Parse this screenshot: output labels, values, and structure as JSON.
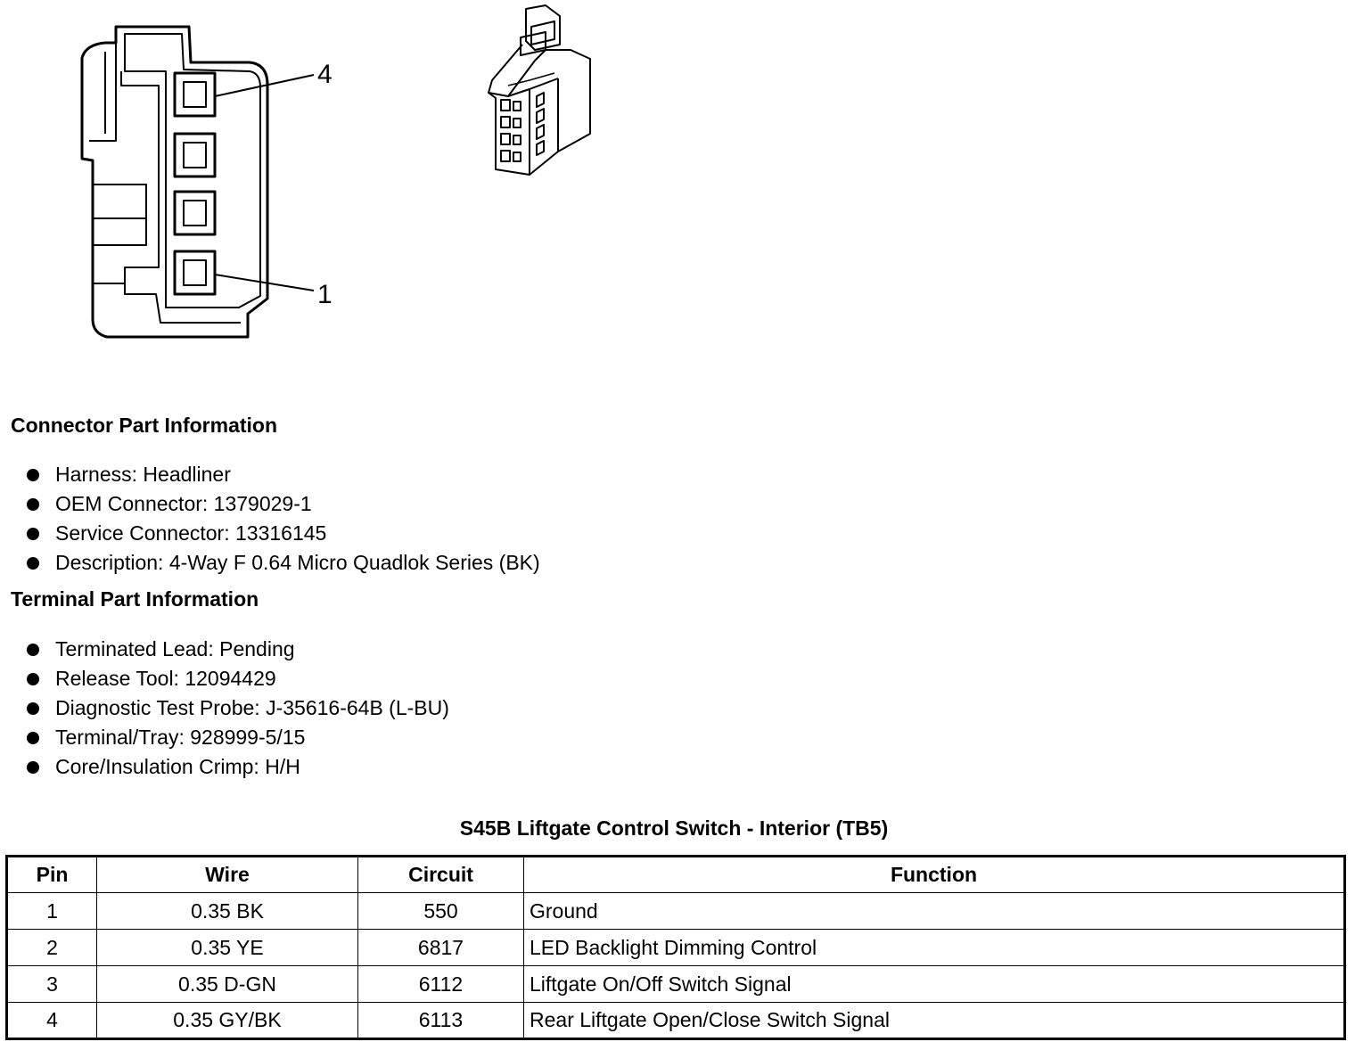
{
  "diagram": {
    "pin_labels": [
      "4",
      "1"
    ]
  },
  "connector_info": {
    "title": "Connector Part Information",
    "items": [
      "Harness: Headliner",
      "OEM Connector: 1379029-1",
      "Service Connector: 13316145",
      "Description: 4-Way F 0.64 Micro Quadlok Series (BK)"
    ]
  },
  "terminal_info": {
    "title": "Terminal Part Information",
    "items": [
      "Terminated Lead: Pending",
      "Release Tool: 12094429",
      "Diagnostic Test Probe: J-35616-64B (L-BU)",
      "Terminal/Tray: 928999-5/15",
      "Core/Insulation Crimp: H/H"
    ]
  },
  "table": {
    "title": "S45B Liftgate Control Switch - Interior (TB5)",
    "headers": [
      "Pin",
      "Wire",
      "Circuit",
      "Function"
    ],
    "rows": [
      [
        "1",
        "0.35 BK",
        "550",
        "Ground"
      ],
      [
        "2",
        "0.35 YE",
        "6817",
        "LED Backlight Dimming Control"
      ],
      [
        "3",
        "0.35 D-GN",
        "6112",
        "Liftgate On/Off Switch Signal"
      ],
      [
        "4",
        "0.35 GY/BK",
        "6113",
        "Rear Liftgate Open/Close Switch Signal"
      ]
    ]
  }
}
